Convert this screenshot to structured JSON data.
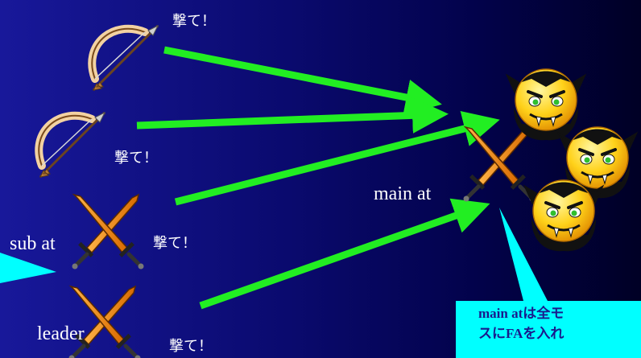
{
  "colors": {
    "arrow": "#22ee22",
    "callout": "#00ffff",
    "callout_text": "#1a1a8c",
    "vampire_face": "#ffd21a"
  },
  "icons": [
    "bow-and-arrow-icon",
    "crossed-swords-icon",
    "vampire-face-icon"
  ],
  "shouts": {
    "archer1": "撃て！",
    "archer2": "撃て！",
    "sub_at": "撃て！",
    "leader": "撃て！"
  },
  "roles": {
    "main_at": "main at",
    "sub_at": "sub at",
    "leader": "leader"
  },
  "callout": {
    "line1": "main atは全モ",
    "line2": "スにFAを入れ"
  }
}
